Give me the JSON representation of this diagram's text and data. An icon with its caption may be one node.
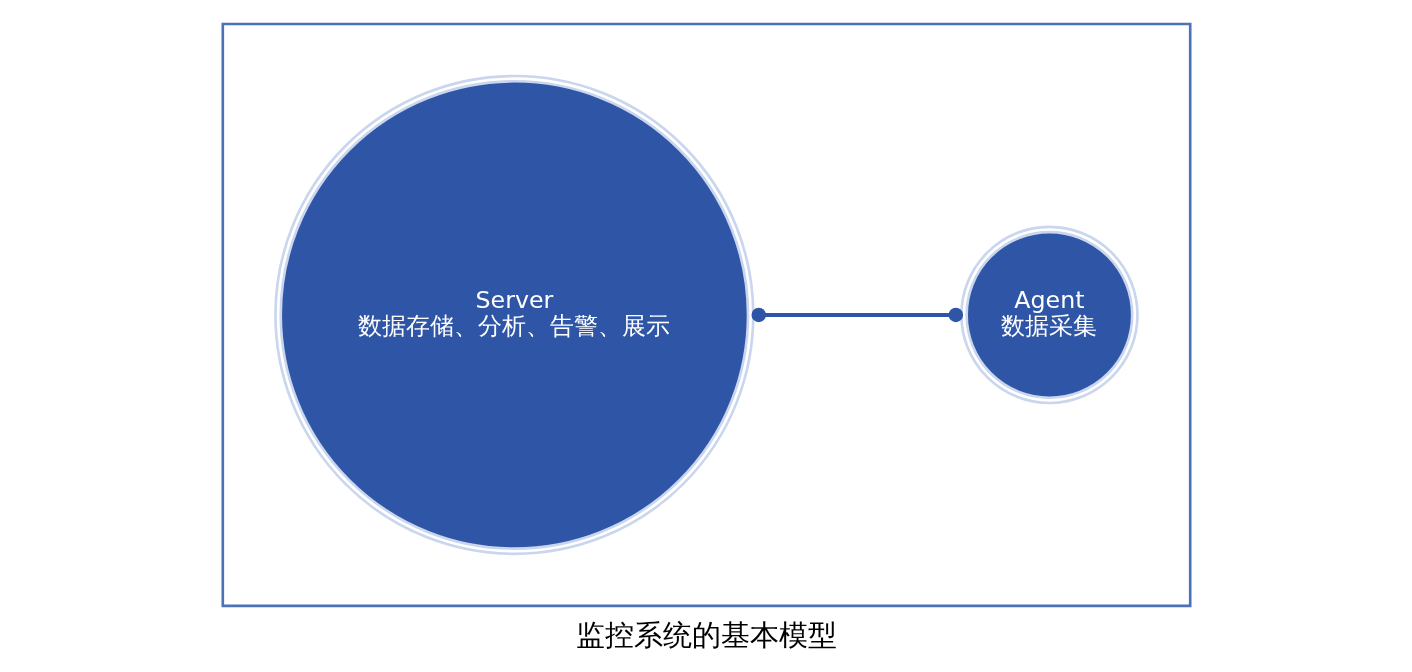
{
  "diagram": {
    "caption": "监控系统的基本模型",
    "nodes": [
      {
        "text": [],
        "shape": "box"
      },
      {
        "text": [
          "Server",
          "数据存储、分析、告警、展示"
        ],
        "in": 0
      },
      {
        "text": [
          "Agent",
          "数据采集"
        ],
        "in": 0
      }
    ],
    "edges": [
      {
        "from": 1,
        "to": 2,
        "arrow": "other"
      }
    ]
  }
}
